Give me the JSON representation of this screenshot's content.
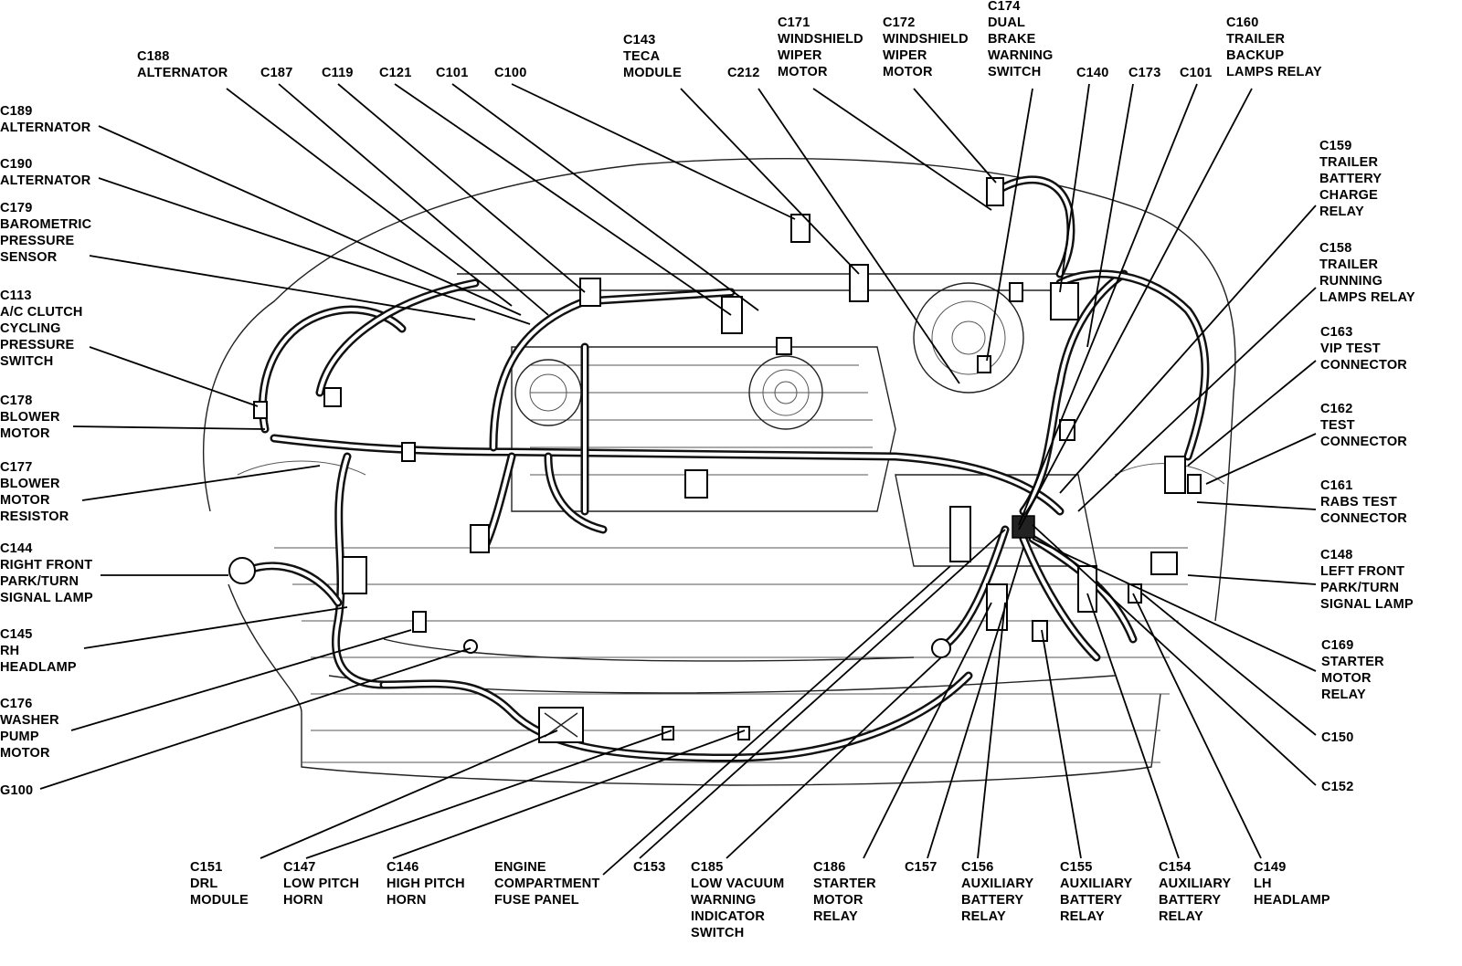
{
  "labels": {
    "c188": [
      "C188",
      "ALTERNATOR"
    ],
    "c187": [
      "C187"
    ],
    "c119": [
      "C119"
    ],
    "c121": [
      "C121"
    ],
    "c101_top": [
      "C101"
    ],
    "c100": [
      "C100"
    ],
    "c143": [
      "C143",
      "TECA",
      "MODULE"
    ],
    "c212": [
      "C212"
    ],
    "c171": [
      "C171",
      "WINDSHIELD",
      "WIPER",
      "MOTOR"
    ],
    "c172": [
      "C172",
      "WINDSHIELD",
      "WIPER",
      "MOTOR"
    ],
    "c174": [
      "C174",
      "DUAL",
      "BRAKE",
      "WARNING",
      "SWITCH"
    ],
    "c140": [
      "C140"
    ],
    "c173": [
      "C173"
    ],
    "c101_right": [
      "C101"
    ],
    "c160": [
      "C160",
      "TRAILER",
      "BACKUP",
      "LAMPS RELAY"
    ],
    "c189": [
      "C189",
      "ALTERNATOR"
    ],
    "c190": [
      "C190",
      "ALTERNATOR"
    ],
    "c179": [
      "C179",
      "BAROMETRIC",
      "PRESSURE",
      "SENSOR"
    ],
    "c113": [
      "C113",
      "A/C CLUTCH",
      "CYCLING",
      "PRESSURE",
      "SWITCH"
    ],
    "c178": [
      "C178",
      "BLOWER",
      "MOTOR"
    ],
    "c177": [
      "C177",
      "BLOWER",
      "MOTOR",
      "RESISTOR"
    ],
    "c144": [
      "C144",
      "RIGHT FRONT",
      "PARK/TURN",
      "SIGNAL LAMP"
    ],
    "c145": [
      "C145",
      "RH",
      "HEADLAMP"
    ],
    "c176": [
      "C176",
      "WASHER",
      "PUMP",
      "MOTOR"
    ],
    "g100": [
      "G100"
    ],
    "c159": [
      "C159",
      "TRAILER",
      "BATTERY",
      "CHARGE",
      "RELAY"
    ],
    "c158": [
      "C158",
      "TRAILER",
      "RUNNING",
      "LAMPS RELAY"
    ],
    "c163": [
      "C163",
      "VIP TEST",
      "CONNECTOR"
    ],
    "c162": [
      "C162",
      "TEST",
      "CONNECTOR"
    ],
    "c161": [
      "C161",
      "RABS TEST",
      "CONNECTOR"
    ],
    "c148": [
      "C148",
      "LEFT FRONT",
      "PARK/TURN",
      "SIGNAL LAMP"
    ],
    "c169": [
      "C169",
      "STARTER",
      "MOTOR",
      "RELAY"
    ],
    "c150": [
      "C150"
    ],
    "c152": [
      "C152"
    ],
    "c151": [
      "C151",
      "DRL",
      "MODULE"
    ],
    "c147": [
      "C147",
      "LOW PITCH",
      "HORN"
    ],
    "c146": [
      "C146",
      "HIGH PITCH",
      "HORN"
    ],
    "fuse": [
      "ENGINE",
      "COMPARTMENT",
      "FUSE PANEL"
    ],
    "c153": [
      "C153"
    ],
    "c185": [
      "C185",
      "LOW VACUUM",
      "WARNING",
      "INDICATOR",
      "SWITCH"
    ],
    "c186": [
      "C186",
      "STARTER",
      "MOTOR",
      "RELAY"
    ],
    "c157": [
      "C157"
    ],
    "c156": [
      "C156",
      "AUXILIARY",
      "BATTERY",
      "RELAY"
    ],
    "c155": [
      "C155",
      "AUXILIARY",
      "BATTERY",
      "RELAY"
    ],
    "c154": [
      "C154",
      "AUXILIARY",
      "BATTERY",
      "RELAY"
    ],
    "c149": [
      "C149",
      "LH",
      "HEADLAMP"
    ]
  }
}
